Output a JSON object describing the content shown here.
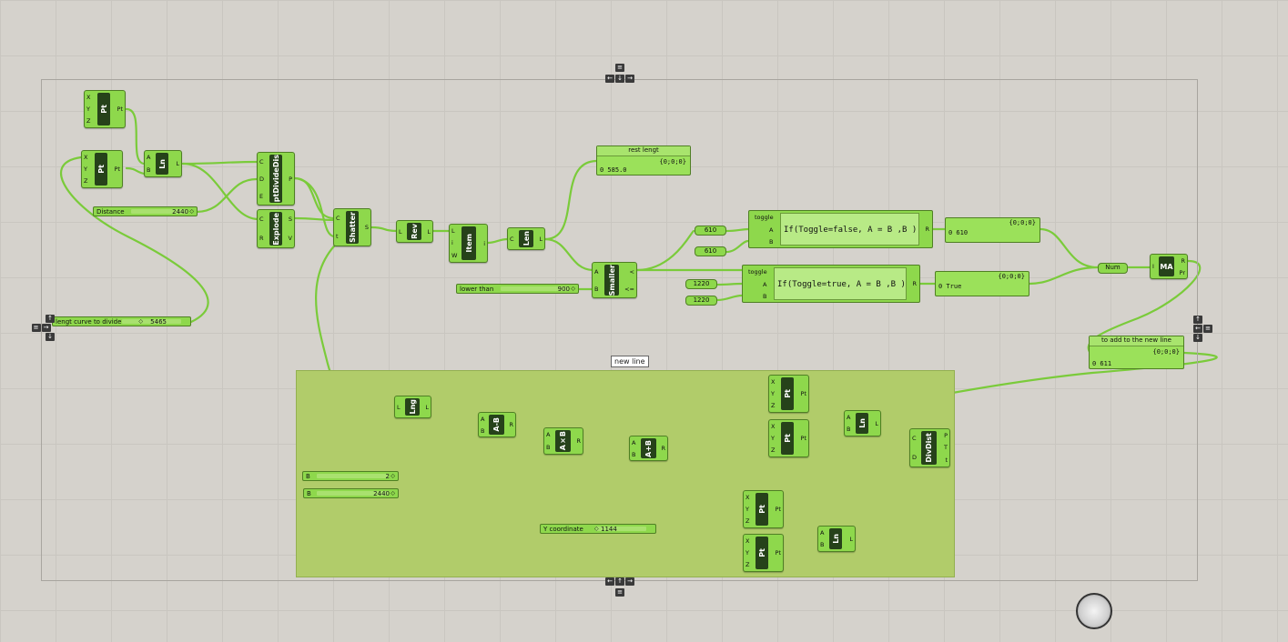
{
  "group": {
    "label": "new line"
  },
  "components": {
    "pt_top": {
      "name": "Pt",
      "inputs": [
        "X",
        "Y",
        "Z"
      ],
      "outputs": [
        "Pt"
      ]
    },
    "pt_mid": {
      "name": "Pt",
      "inputs": [
        "X",
        "Y",
        "Z"
      ],
      "outputs": [
        "Pt"
      ]
    },
    "ln1": {
      "name": "Ln",
      "inputs": [
        "A",
        "B"
      ],
      "outputs": [
        "L"
      ]
    },
    "ptdivide": {
      "name": "ptDivideDis",
      "inputs": [
        "C",
        "D",
        "E"
      ],
      "outputs": [
        "P"
      ]
    },
    "explode": {
      "name": "Explode",
      "inputs": [
        "C",
        "R"
      ],
      "outputs": [
        "S",
        "V"
      ]
    },
    "shatter": {
      "name": "Shatter",
      "inputs": [
        "C",
        "t"
      ],
      "outputs": [
        "S"
      ]
    },
    "rev": {
      "name": "Rev",
      "inputs": [
        "L"
      ],
      "outputs": [
        "L"
      ]
    },
    "item": {
      "name": "Item",
      "inputs": [
        "L",
        "i",
        "W"
      ],
      "outputs": [
        "i"
      ]
    },
    "len": {
      "name": "Len",
      "inputs": [
        "C"
      ],
      "outputs": [
        "L"
      ]
    },
    "smaller": {
      "name": "Smaller",
      "inputs": [
        "A",
        "B"
      ],
      "outputs": [
        "<",
        "<="
      ]
    },
    "num": {
      "name": "Num"
    },
    "ma": {
      "name": "MA",
      "inputs": [
        "I"
      ],
      "outputs": [
        "R",
        "Pr"
      ]
    },
    "lng": {
      "name": "Lng",
      "inputs": [
        "L"
      ],
      "outputs": [
        "L"
      ]
    },
    "minus": {
      "name": "A-B",
      "inputs": [
        "A",
        "B"
      ],
      "outputs": [
        "R"
      ]
    },
    "mult": {
      "name": "A×B",
      "inputs": [
        "A",
        "B"
      ],
      "outputs": [
        "R"
      ]
    },
    "plus": {
      "name": "A+B",
      "inputs": [
        "A",
        "B"
      ],
      "outputs": [
        "R"
      ]
    },
    "pt_g1": {
      "name": "Pt",
      "inputs": [
        "X",
        "Y",
        "Z"
      ],
      "outputs": [
        "Pt"
      ]
    },
    "pt_g2": {
      "name": "Pt",
      "inputs": [
        "X",
        "Y",
        "Z"
      ],
      "outputs": [
        "Pt"
      ]
    },
    "pt_g3": {
      "name": "Pt",
      "inputs": [
        "X",
        "Y",
        "Z"
      ],
      "outputs": [
        "Pt"
      ]
    },
    "pt_g4": {
      "name": "Pt",
      "inputs": [
        "X",
        "Y",
        "Z"
      ],
      "outputs": [
        "Pt"
      ]
    },
    "ln2": {
      "name": "Ln",
      "inputs": [
        "A",
        "B"
      ],
      "outputs": [
        "L"
      ]
    },
    "ln3": {
      "name": "Ln",
      "inputs": [
        "A",
        "B"
      ],
      "outputs": [
        "L"
      ]
    },
    "divdist": {
      "name": "DivDist",
      "inputs": [
        "C",
        "D"
      ],
      "outputs": [
        "P",
        "T",
        "t"
      ]
    }
  },
  "sliders": {
    "distance": {
      "label": "Distance",
      "value": "2440"
    },
    "lengt": {
      "label": "lengt curve to divide",
      "value": "5465"
    },
    "lower": {
      "label": "lower than",
      "value": "900"
    },
    "b2": {
      "label": "B",
      "value": "2"
    },
    "b2440": {
      "label": "B",
      "value": "2440"
    },
    "ycoord": {
      "label": "Y coordinate",
      "value": "1144"
    }
  },
  "panels": {
    "rest": {
      "header": "rest lengt",
      "path": "{0;0;0}",
      "body": "0 585.0"
    },
    "out610": {
      "header": "",
      "path": "{0;0;0}",
      "body": "0 610"
    },
    "outTrue": {
      "header": "",
      "path": "{0;0;0}",
      "body": "0 True"
    },
    "toadd": {
      "header": "to add to the new line",
      "path": "{0;0;0}",
      "body": "0 611"
    }
  },
  "numbers": {
    "n610a": "610",
    "n610b": "610",
    "n1220a": "1220",
    "n1220b": "1220"
  },
  "expressions": {
    "e1": {
      "inputs": [
        "toggle",
        "A",
        "B"
      ],
      "code": "If(Toggle=false, A = B ,B )",
      "output": "R"
    },
    "e2": {
      "inputs": [
        "toggle",
        "A",
        "B"
      ],
      "code": "If(Toggle=true, A = B ,B )",
      "output": "R"
    }
  },
  "colors": {
    "canvas": "#d5d2cc",
    "component": "#8ed84c",
    "wire": "#7acb3a",
    "group": "#b1cc6a"
  }
}
